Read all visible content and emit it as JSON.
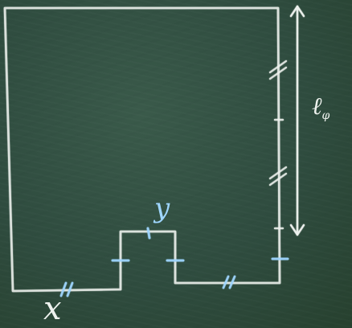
{
  "labels": {
    "y": "y",
    "x": "x",
    "ell": "ℓ",
    "ell_sub": "φ"
  },
  "colors": {
    "board": "#2f4a3d",
    "chalk": "#eef2ee",
    "chalk_blue": "#9fd6ff"
  }
}
